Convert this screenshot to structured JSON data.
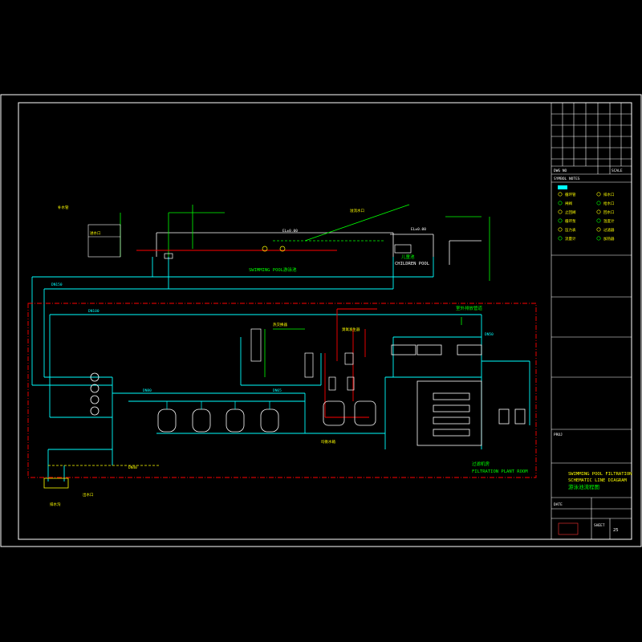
{
  "colors": {
    "background": "#000000",
    "frame": "#ffffff",
    "pipe_main": "#00ffff",
    "pipe_chem": "#ff0000",
    "label": "#ffff00",
    "label_alt": "#00ff00",
    "boundary": "#ff0000",
    "equipment": "#ffffff",
    "legend_highlight": "#00ffff"
  },
  "labels": {
    "swimming_pool": "SWIMMING POOL游泳池",
    "children_pool": "CHILDREN POOL",
    "children_pool_cn": "儿童池",
    "plant_room_cn": "过滤机房",
    "plant_room_en": "FILTRATION PLANT ROOM",
    "outdoor_cn": "室外排放管道",
    "dn100": "DN100",
    "dn150": "DN150",
    "dn80": "DN80",
    "dn65": "DN65",
    "dn50": "DN50",
    "dn40": "DN40",
    "level": "EL±0.00",
    "balance_tank": "均衡水箱",
    "ozone": "臭氧发生器",
    "heater": "热交换器",
    "outlet": "出水口",
    "inlet": "进水口",
    "drain": "排水沟",
    "overflow": "溢流水口",
    "makeup": "补水管"
  },
  "title_block": {
    "project_key": "PROJ",
    "drawing_no_key": "DWG NO",
    "scale_key": "SCALE",
    "symbol_header": "SYMBOL NOTES",
    "title_line1": "SWIMMING POOL FILTRATION",
    "title_line2": "SCHEMATIC LINE DIAGRAM",
    "title_cn": "游泳池流程图",
    "date_key": "DATE",
    "sheet_key": "SHEET",
    "sheet_no": "25"
  },
  "legend_items": [
    {
      "icon": "pipe-icon",
      "label": "循环管"
    },
    {
      "icon": "valve-icon",
      "label": "闸阀"
    },
    {
      "icon": "check-valve-icon",
      "label": "止回阀"
    },
    {
      "icon": "pump-icon",
      "label": "循环泵"
    },
    {
      "icon": "meter-icon",
      "label": "压力表"
    },
    {
      "icon": "flow-meter-icon",
      "label": "流量计"
    },
    {
      "icon": "drain-icon",
      "label": "排水口"
    },
    {
      "icon": "inlet-icon",
      "label": "给水口"
    },
    {
      "icon": "outlet-icon",
      "label": "回水口"
    },
    {
      "icon": "thermo-icon",
      "label": "温度计"
    },
    {
      "icon": "filter-icon",
      "label": "过滤器"
    },
    {
      "icon": "heater-icon",
      "label": "加热器"
    }
  ]
}
